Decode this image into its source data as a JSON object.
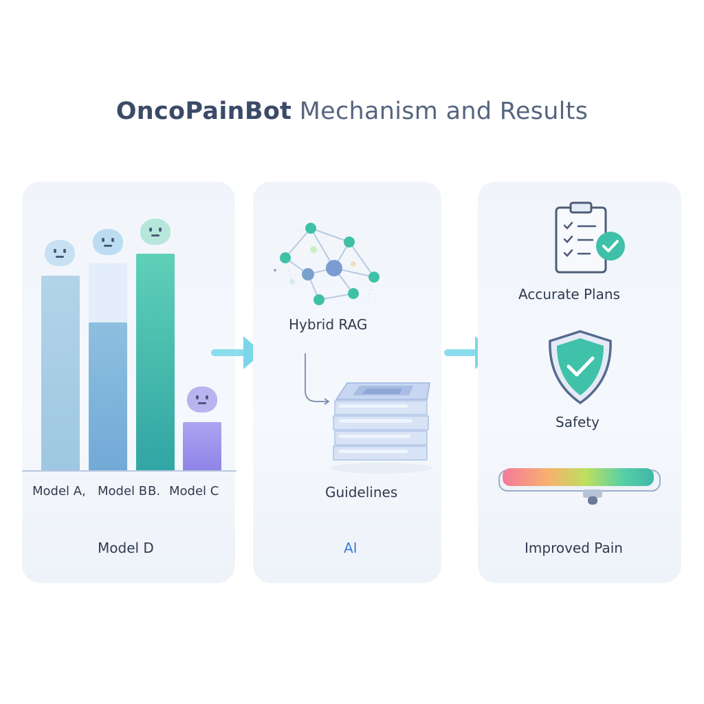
{
  "header": {
    "title_bold": "OncoPainBot",
    "title_rest": "Mechanism and Results"
  },
  "left_panel": {
    "model_labels": [
      "Model A,",
      "Model B",
      "B.",
      "Model C"
    ],
    "bottom_label": "Model D"
  },
  "middle_panel": {
    "network_label": "Hybrid RAG",
    "stack_label": "Guidelines",
    "bottom_label": "AI"
  },
  "right_panel": {
    "plans_label": "Accurate Plans",
    "safety_label": "Safety",
    "pain_label": "Improved Pain"
  },
  "colors": {
    "title_text": "#3c4a68",
    "accent_teal": "#3ec1a8",
    "accent_blue": "#7aa6d8",
    "accent_purple": "#9a8df0",
    "arrow": "#7cd6ea",
    "ai_label": "#3a7fd6"
  },
  "icons": [
    "robot-face-icon",
    "knowledge-graph-icon",
    "document-stack-icon",
    "clipboard-check-icon",
    "shield-check-icon",
    "pain-scale-icon",
    "arrow-right-icon"
  ]
}
